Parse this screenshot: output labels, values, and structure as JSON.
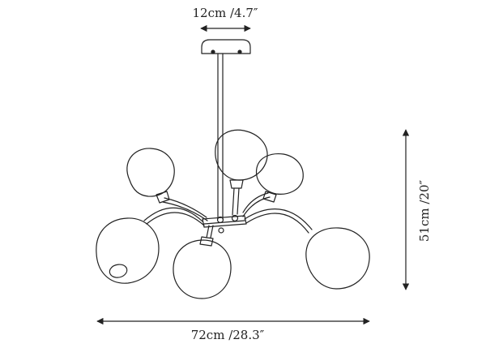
{
  "dimensions": {
    "canopy_width": "12cm /4.7″",
    "total_width": "72cm /28.3″",
    "total_height": "51cm /20″"
  },
  "colors": {
    "line": "#222222",
    "background": "#ffffff"
  }
}
